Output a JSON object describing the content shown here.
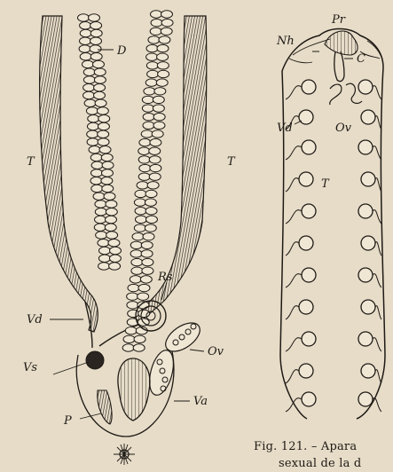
{
  "figure": {
    "labels": {
      "D": "D",
      "T_left": "T",
      "T_right": "T",
      "Rs": "Rs",
      "Vd": "Vd",
      "Ov": "Ov",
      "Vs": "Vs",
      "Va": "Va",
      "P": "P",
      "Pr": "Pr",
      "Nh": "Nh",
      "C": "C",
      "Vd2": "Vd",
      "Ov2": "Ov",
      "T2": "T"
    },
    "caption": {
      "line1": "Fig. 121. – Apara",
      "line2": "sexual de la d"
    }
  },
  "colors": {
    "paper": "#e7dcc8",
    "ink": "#1e1a15"
  }
}
